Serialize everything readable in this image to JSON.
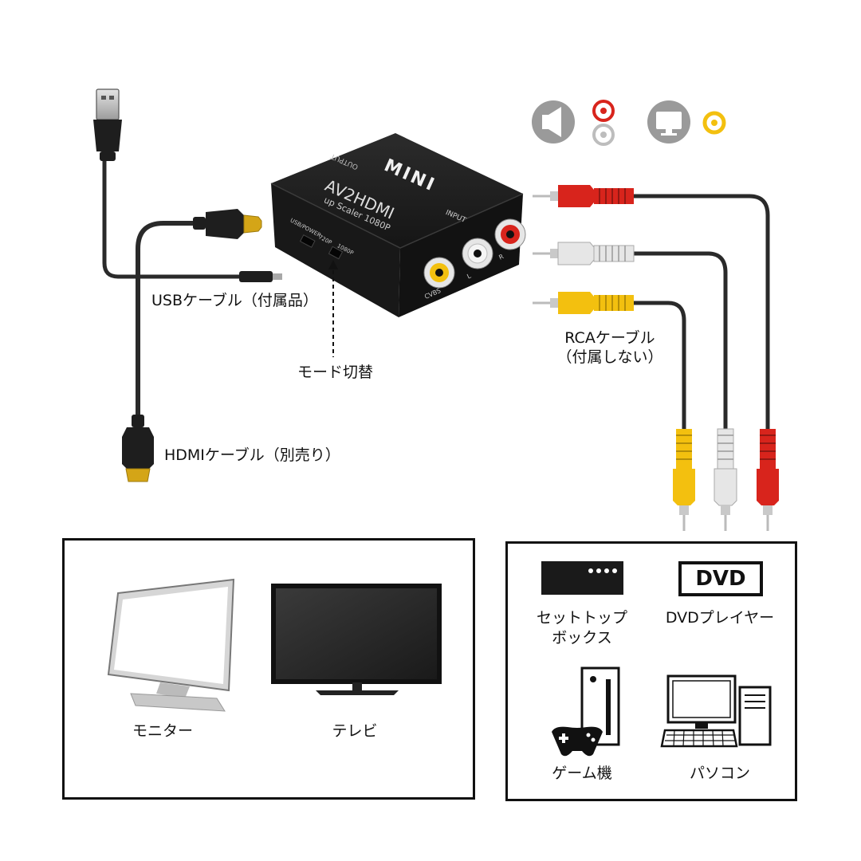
{
  "device": {
    "brand": "MINI",
    "model": "AV2HDMI",
    "subtitle": "up Scaler 1080P",
    "output_label": "OUTPUT",
    "input_label": "INPUT",
    "usb_port_label": "USB/POWER",
    "switch_left": "720P",
    "switch_right": "1080P",
    "cvbs_label": "CVBS",
    "l_label": "L",
    "r_label": "R"
  },
  "callouts": {
    "usb_cable": "USBケーブル（付属品）",
    "mode_switch": "モード切替",
    "hdmi_cable": "HDMIケーブル（別売り）",
    "rca_cable_line1": "RCAケーブル",
    "rca_cable_line2": "（付属しない）"
  },
  "legend": {
    "audio_icon": "speaker-icon",
    "audio_jacks": [
      "red",
      "white"
    ],
    "video_icon": "monitor-icon",
    "video_jack": "yellow"
  },
  "output_devices": [
    {
      "label": "モニター",
      "icon": "monitor-icon"
    },
    {
      "label": "テレビ",
      "icon": "tv-icon"
    }
  ],
  "input_devices": [
    {
      "label_line1": "セットトップ",
      "label_line2": "ボックス",
      "icon": "set-top-box-icon"
    },
    {
      "label_line1": "DVDプレイヤー",
      "label_line2": "",
      "icon": "dvd-icon",
      "badge": "DVD"
    },
    {
      "label_line1": "ゲーム機",
      "label_line2": "",
      "icon": "game-console-icon"
    },
    {
      "label_line1": "パソコン",
      "label_line2": "",
      "icon": "pc-icon"
    }
  ],
  "colors": {
    "red": "#d8241c",
    "white": "#e6e6e6",
    "yellow": "#f3c00f",
    "gold": "#d4a517",
    "cable": "#2a2a2a",
    "box_body": "#1c1c1c",
    "icon_gray": "#9a9a9a"
  }
}
